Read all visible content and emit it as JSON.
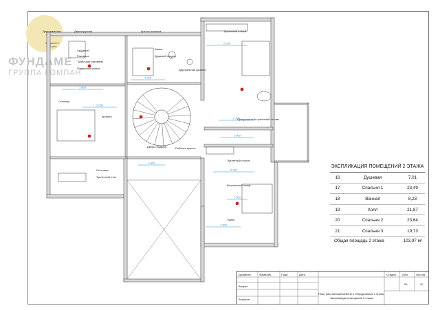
{
  "logo": {
    "brand": "ФУНДАМЕ",
    "group": "ГРУППА КОМПАН",
    "tagline": "Фундамент",
    "tagline2": "дизайн"
  },
  "rooms": [
    {
      "id": "r1",
      "text": "Двухспальная"
    },
    {
      "id": "r2",
      "text": "Двухъярусная"
    },
    {
      "id": "r3",
      "text": "Кресло-качалка"
    },
    {
      "id": "r4",
      "text": "Гардероб"
    },
    {
      "id": "r5",
      "text": "Раковина"
    },
    {
      "id": "r6",
      "text": "Тумба для раковины"
    },
    {
      "id": "r7",
      "text": "Подвесной унитаз"
    },
    {
      "id": "r8",
      "text": "Ванна"
    },
    {
      "id": "r9",
      "text": "Душевой поддон"
    },
    {
      "id": "r10",
      "text": "Двуспальная кровать"
    },
    {
      "id": "r11",
      "text": "Туалетный столик"
    },
    {
      "id": "r12",
      "text": "Прикроватный туалетный столик"
    },
    {
      "id": "r13",
      "text": "Стеллаж"
    },
    {
      "id": "r14",
      "text": "Кровать"
    },
    {
      "id": "r15",
      "text": "Лестница"
    },
    {
      "id": "r16",
      "text": "Дверь (подвал)"
    },
    {
      "id": "r17",
      "text": "Рабочее кресло"
    },
    {
      "id": "r18",
      "text": "Туалетный столик"
    },
    {
      "id": "r19",
      "text": "Встроенный шкаф"
    },
    {
      "id": "r20",
      "text": "Тумба"
    },
    {
      "id": "r21",
      "text": "Туалетный стол"
    }
  ],
  "dimensions": [
    "2 000",
    "1 600",
    "1 200",
    "2 200",
    "1 800",
    "2 000",
    "1 600",
    "2 050",
    "1 400",
    "2 000"
  ],
  "explication": {
    "title": "ЭКСПЛИКАЦИЯ ПОМЕЩЕНИЙ 2 ЭТАЖА",
    "rows": [
      {
        "n": "16",
        "name": "Душевая",
        "area": "7,01"
      },
      {
        "n": "17",
        "name": "Спальня 1",
        "area": "23,49"
      },
      {
        "n": "18",
        "name": "Ванная",
        "area": "8,23"
      },
      {
        "n": "19",
        "name": "Холл",
        "area": "21,87"
      },
      {
        "n": "20",
        "name": "Спальня 2",
        "area": "23,64"
      },
      {
        "n": "21",
        "name": "Спальня 3",
        "area": "19,73"
      }
    ],
    "total_label": "Общая площадь 2 этажа",
    "total_value": "103,97 м²"
  },
  "stamp": {
    "roles": [
      "Дизайнер",
      "Визуал",
      "Заказчик"
    ],
    "heads": [
      "Фамилия",
      "Подп.",
      "Дата"
    ],
    "stage_label": "Стадия",
    "sheet_label": "Лист",
    "sheets_label": "Листов",
    "sheet": "06",
    "sheets": "42",
    "description": "План расстановки мебели и оборудования 2 этажа, Экспликация помещений 2 этажа"
  },
  "colors": {
    "wall": "#d9d9d9",
    "wall_edge": "#666666",
    "dim": "#2a8fd0",
    "marker": "#d22020"
  }
}
